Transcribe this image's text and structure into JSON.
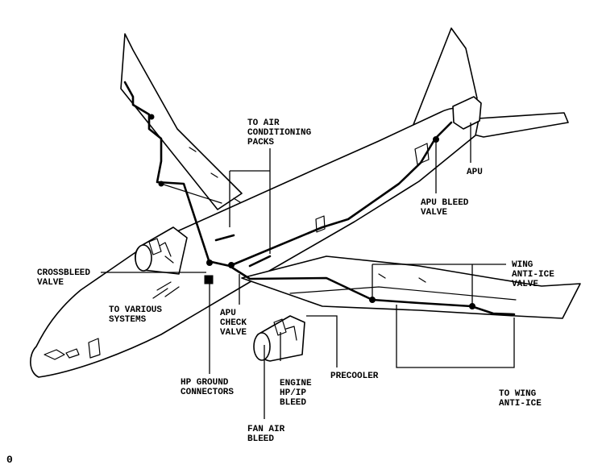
{
  "labels": {
    "to_air_conditioning_packs": [
      "TO AIR",
      "CONDITIONING",
      "PACKS"
    ],
    "apu": [
      "APU"
    ],
    "apu_bleed_valve": [
      "APU BLEED",
      "VALVE"
    ],
    "crossbleed_valve": [
      "CROSSBLEED",
      "VALVE"
    ],
    "wing_anti_ice_valve": [
      "WING",
      "ANTI-ICE",
      "VALVE"
    ],
    "to_various_systems": [
      "TO VARIOUS",
      "SYSTEMS"
    ],
    "apu_check_valve": [
      "APU",
      "CHECK",
      "VALVE"
    ],
    "precooler": [
      "PRECOOLER"
    ],
    "hp_ground_connectors": [
      "HP GROUND",
      "CONNECTORS"
    ],
    "engine_hp_ip_bleed": [
      "ENGINE",
      "HP/IP",
      "BLEED"
    ],
    "to_wing_anti_ice": [
      "TO WING",
      "ANTI-ICE"
    ],
    "fan_air_bleed": [
      "FAN AIR",
      "BLEED"
    ]
  },
  "figure_mark": "0"
}
